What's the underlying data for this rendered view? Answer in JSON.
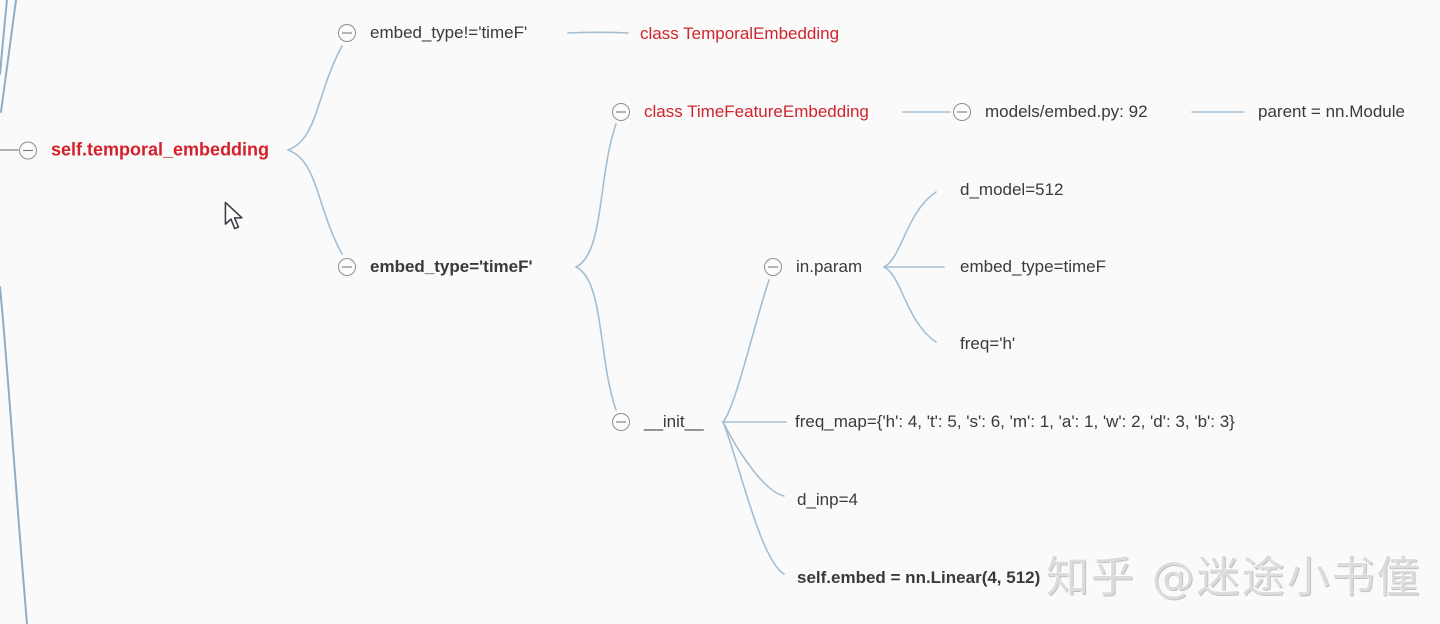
{
  "watermark": "知乎 @迷途小书僮",
  "colors": {
    "background": "#fafafa",
    "edge_blue": "#a3bed2",
    "accent_red": "#cf242c",
    "text": "#3a3a3a"
  },
  "tree": {
    "label": "self.temporal_embedding",
    "children": [
      {
        "label": "embed_type!='timeF'",
        "children": [
          {
            "label": "class TemporalEmbedding"
          }
        ]
      },
      {
        "label": "embed_type='timeF'",
        "children": [
          {
            "label": "class TimeFeatureEmbedding",
            "children": [
              {
                "label": "models/embed.py: 92",
                "children": [
                  {
                    "label": "parent = nn.Module"
                  }
                ]
              }
            ]
          },
          {
            "label": "__init__",
            "children": [
              {
                "label": "in.param",
                "children": [
                  {
                    "label": "d_model=512"
                  },
                  {
                    "label": "embed_type=timeF"
                  },
                  {
                    "label": "freq='h'"
                  }
                ]
              },
              {
                "label": "freq_map={'h': 4, 't': 5, 's': 6, 'm': 1, 'a': 1, 'w': 2, 'd': 3, 'b': 3}"
              },
              {
                "label": "d_inp=4"
              },
              {
                "label": "self.embed = nn.Linear(4, 512)"
              }
            ]
          }
        ]
      }
    ]
  }
}
